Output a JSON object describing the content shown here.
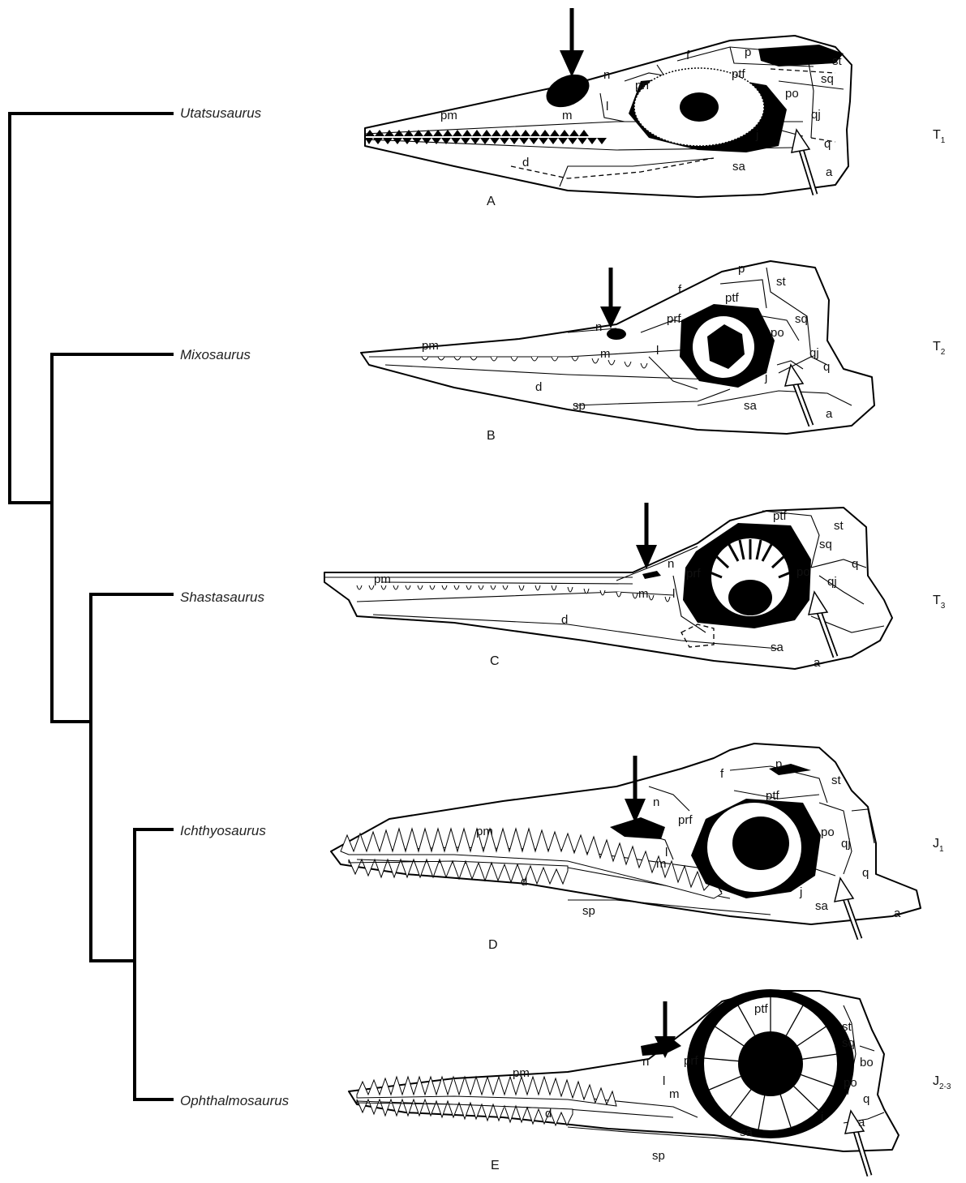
{
  "tree": {
    "taxa": [
      "Utatsusaurus",
      "Mixosaurus",
      "Shastasaurus",
      "Ichthyosaurus",
      "Ophthalmosaurus"
    ]
  },
  "panels": [
    {
      "letter": "A",
      "time_main": "T",
      "time_sub": "1"
    },
    {
      "letter": "B",
      "time_main": "T",
      "time_sub": "2"
    },
    {
      "letter": "C",
      "time_main": "T",
      "time_sub": "3"
    },
    {
      "letter": "D",
      "time_main": "J",
      "time_sub": "1"
    },
    {
      "letter": "E",
      "time_main": "J",
      "time_sub": "2-3"
    }
  ],
  "bones": {
    "a": [
      "pm",
      "m",
      "n",
      "f",
      "p",
      "st",
      "ptf",
      "prf",
      "l",
      "sq",
      "po",
      "qj",
      "j",
      "q",
      "d",
      "sa",
      "a"
    ],
    "b": [
      "p",
      "st",
      "f",
      "ptf",
      "prf",
      "sq",
      "n",
      "po",
      "pm",
      "m",
      "l",
      "qj",
      "q",
      "j",
      "d",
      "sp",
      "sa",
      "a"
    ],
    "c": [
      "ptf",
      "st",
      "sq",
      "po",
      "prf",
      "n",
      "q",
      "qj",
      "pm",
      "m",
      "l",
      "d",
      "sa",
      "a"
    ],
    "d": [
      "p",
      "f",
      "st",
      "ptf",
      "n",
      "prf",
      "pm",
      "po",
      "qj",
      "l",
      "m",
      "q",
      "d",
      "j",
      "sa",
      "sp",
      "a"
    ],
    "e": [
      "ptf",
      "st",
      "sq",
      "n",
      "bo",
      "prf",
      "pm",
      "po",
      "l",
      "m",
      "q",
      "d",
      "j",
      "a",
      "sa",
      "sp"
    ]
  },
  "colors": {
    "ink": "#000000",
    "paper": "#ffffff",
    "label": "#222222"
  }
}
